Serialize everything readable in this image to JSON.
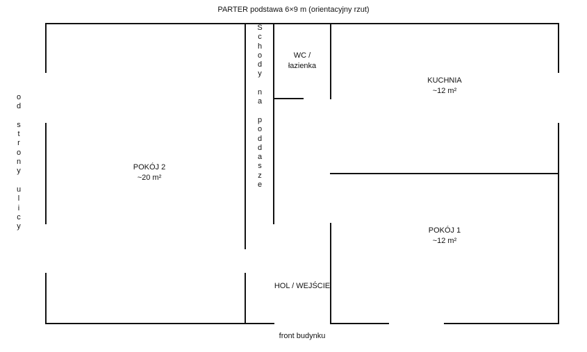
{
  "title": "PARTER podstawa 6×9 m (orientacyjny rzut)",
  "front_label": "front budynku",
  "side_label": "od strony ulicy",
  "stairs_label": "Schody na poddasze",
  "rooms": [
    {
      "id": "pokoj-2",
      "name": "POKÓJ 2",
      "area": "~20 m²"
    },
    {
      "id": "wc",
      "name": "WC /",
      "area": "łazienka"
    },
    {
      "id": "kuchnia",
      "name": "KUCHNIA",
      "area": "~12 m²"
    },
    {
      "id": "pokoj-1",
      "name": "POKÓJ 1",
      "area": "~12 m²"
    },
    {
      "id": "hol",
      "name": "HOL / WEJŚCIE",
      "area": ""
    }
  ],
  "colors": {
    "wall": "#111111",
    "background": "#ffffff",
    "text": "#111111"
  }
}
